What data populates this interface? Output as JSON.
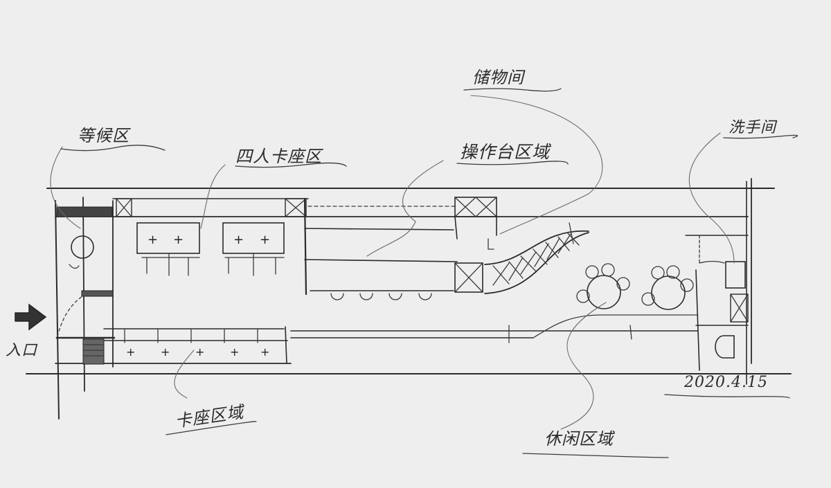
{
  "labels": {
    "entrance": "入口",
    "waiting_area": "等候区",
    "four_person_booth": "四人卡座区",
    "operation_area": "操作台区域",
    "storage_room": "储物间",
    "washroom": "洗手间",
    "booth_area": "卡座区域",
    "casual_seating": "休闲区域",
    "date_stamp": "2020.4.15"
  },
  "colors": {
    "ink": "#2a2a2a",
    "paper": "#eeeeee",
    "leader": "#6a6a6a"
  }
}
